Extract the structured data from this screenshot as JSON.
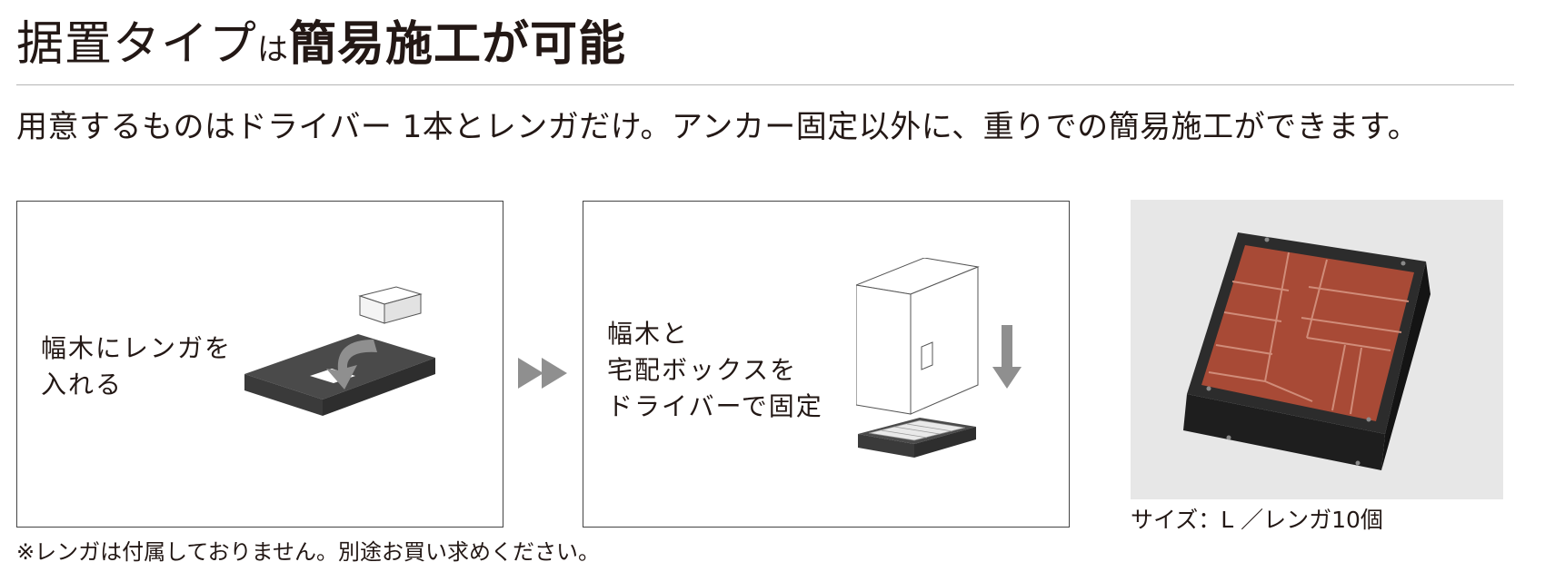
{
  "heading": {
    "part1": "据置タイプ",
    "part2": "は",
    "part3": "簡易施工が可能"
  },
  "lead": "用意するものはドライバー 1本とレンガだけ。アンカー固定以外に、重りでの簡易施工ができます。",
  "steps": [
    {
      "lines": [
        "幅木にレンガを",
        "入れる"
      ]
    },
    {
      "lines": [
        "幅木と",
        "宅配ボックスを",
        "ドライバーで固定"
      ]
    }
  ],
  "photo_caption": "サイズ：L ／レンガ10個",
  "footnote": "※レンガは付属しておりません。別途お買い求めください。",
  "colors": {
    "frame": "#4a4a4a",
    "brick": "#c25a44",
    "arrow": "#8f8f8f",
    "photo_bg": "#e7e7e7",
    "text": "#231815"
  }
}
